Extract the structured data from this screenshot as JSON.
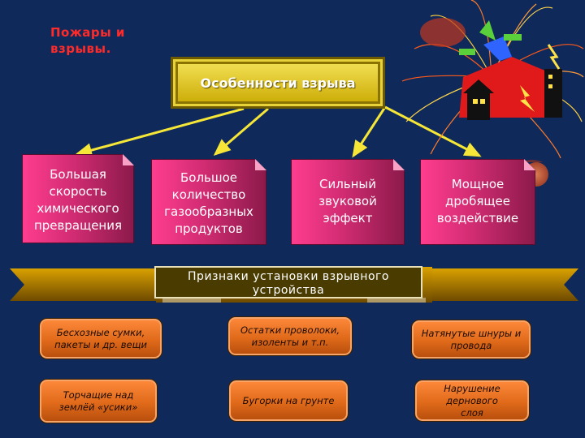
{
  "title": "Пожары и\nвзрывы.",
  "center": {
    "label": "Особенности взрыва"
  },
  "features": [
    "Большая скорость химического превращения",
    "Большое количество газообразных продуктов",
    "Сильный звуковой эффект",
    "Мощное дробящее воздействие"
  ],
  "banner": {
    "label": "Признаки установки взрывного устройства"
  },
  "signs": [
    "Бесхозные сумки, пакеты и др. вещи",
    "Остатки проволоки, изоленты и т.п.",
    "Натянутые шнуры и провода",
    "Торчащие над землёй «усики»",
    "Бугорки на грунте",
    "Нарушение дернового слоя"
  ],
  "colors": {
    "background": "#0f2a5a",
    "title": "#ff2a2a",
    "card": "#d22c73",
    "pill": "#e06a1a",
    "arrow": "#f5e637"
  }
}
